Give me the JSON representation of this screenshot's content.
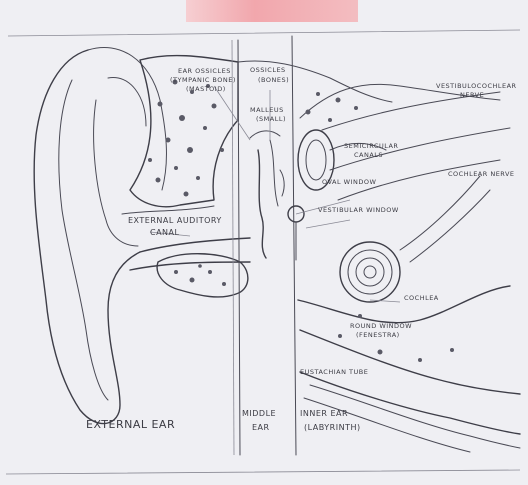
{
  "labels": {
    "ear_ossicles_a": "EAR OSSICLES",
    "ear_ossicles_b": "(TYMPANIC BONE)",
    "ear_ossicles_c": "(MASTOID)",
    "ossicles_bones": "OSSICLES",
    "ossicles_bones2": "(BONES)",
    "malleus_a": "MALLEUS",
    "malleus_b": "(SMALL)",
    "vestibulocochlear_a": "VESTIBULOCOCHLEAR",
    "vestibulocochlear_b": "NERVE",
    "semicircular_a": "SEMICIRCULAR",
    "semicircular_b": "CANALS",
    "oval_window": "OVAL WINDOW",
    "cochlea_nerve": "COCHLEAR NERVE",
    "vestibular_window": "VESTIBULAR WINDOW",
    "external_canal_a": "EXTERNAL AUDITORY",
    "external_canal_b": "CANAL",
    "cochlea": "COCHLEA",
    "round_window_a": "ROUND WINDOW",
    "round_window_b": "(FENESTRA)",
    "eustachian_tube": "EUSTACHIAN TUBE",
    "external_ear": "EXTERNAL EAR",
    "middle_ear_a": "MIDDLE",
    "middle_ear_b": "EAR",
    "inner_ear_a": "INNER EAR",
    "inner_ear_b": "(LABYRINTH)"
  },
  "colors": {
    "paper": "#efeff3",
    "ink": "#4a4a55",
    "watermark": "#f29aa0"
  }
}
